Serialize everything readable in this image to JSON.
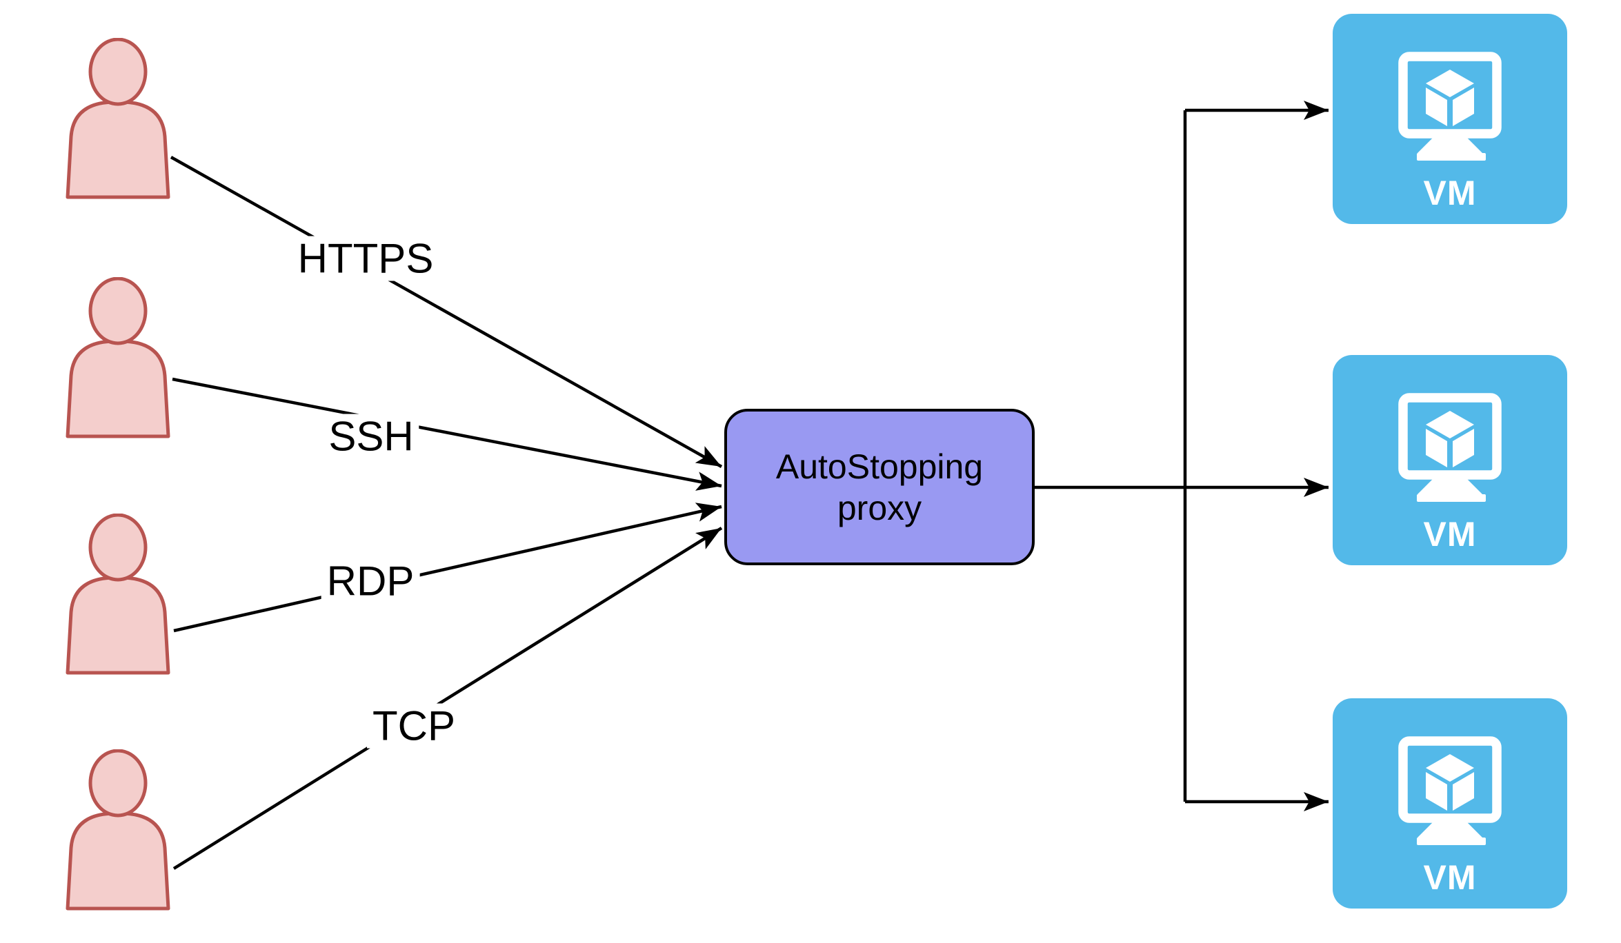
{
  "diagram": {
    "users": [
      {
        "icon": "user-icon"
      },
      {
        "icon": "user-icon"
      },
      {
        "icon": "user-icon"
      },
      {
        "icon": "user-icon"
      }
    ],
    "edges": [
      {
        "label": "HTTPS"
      },
      {
        "label": "SSH"
      },
      {
        "label": "RDP"
      },
      {
        "label": "TCP"
      }
    ],
    "proxy": {
      "label": "AutoStopping proxy"
    },
    "vms": [
      {
        "label": "VM",
        "icon": "vm-monitor-cube-icon"
      },
      {
        "label": "VM",
        "icon": "vm-monitor-cube-icon"
      },
      {
        "label": "VM",
        "icon": "vm-monitor-cube-icon"
      }
    ],
    "colors": {
      "user_fill": "#F4CECC",
      "user_stroke": "#B85450",
      "proxy_fill": "#9999F2",
      "proxy_stroke": "#000000",
      "vm_fill": "#53B9E9",
      "vm_text": "#FFFFFF",
      "edge": "#000000",
      "label_text": "#000000",
      "canvas_bg": "#FFFFFF"
    }
  }
}
